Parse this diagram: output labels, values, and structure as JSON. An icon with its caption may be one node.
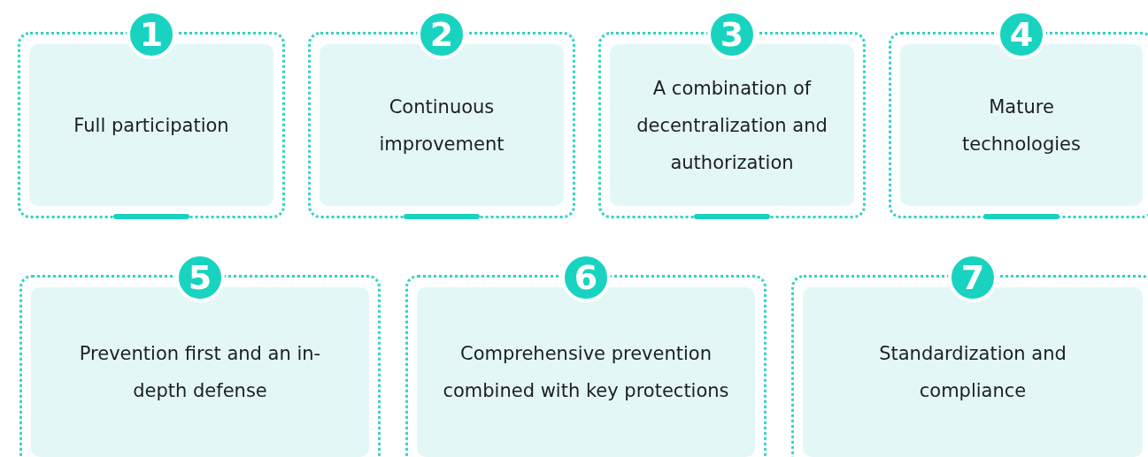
{
  "diagram": {
    "nodes": [
      {
        "text": [
          "1",
          "Full participation"
        ]
      },
      {
        "text": [
          "2",
          "Continuous improvement"
        ]
      },
      {
        "text": [
          "3",
          "A combination of decentralization and authorization"
        ]
      },
      {
        "text": [
          "4",
          "Mature technologies"
        ]
      },
      {
        "text": [
          "5",
          "Prevention first and an in-depth defense"
        ]
      },
      {
        "text": [
          "6",
          "Comprehensive prevention combined with key protections"
        ]
      },
      {
        "text": [
          "7",
          "Standardization and compliance"
        ]
      }
    ]
  }
}
